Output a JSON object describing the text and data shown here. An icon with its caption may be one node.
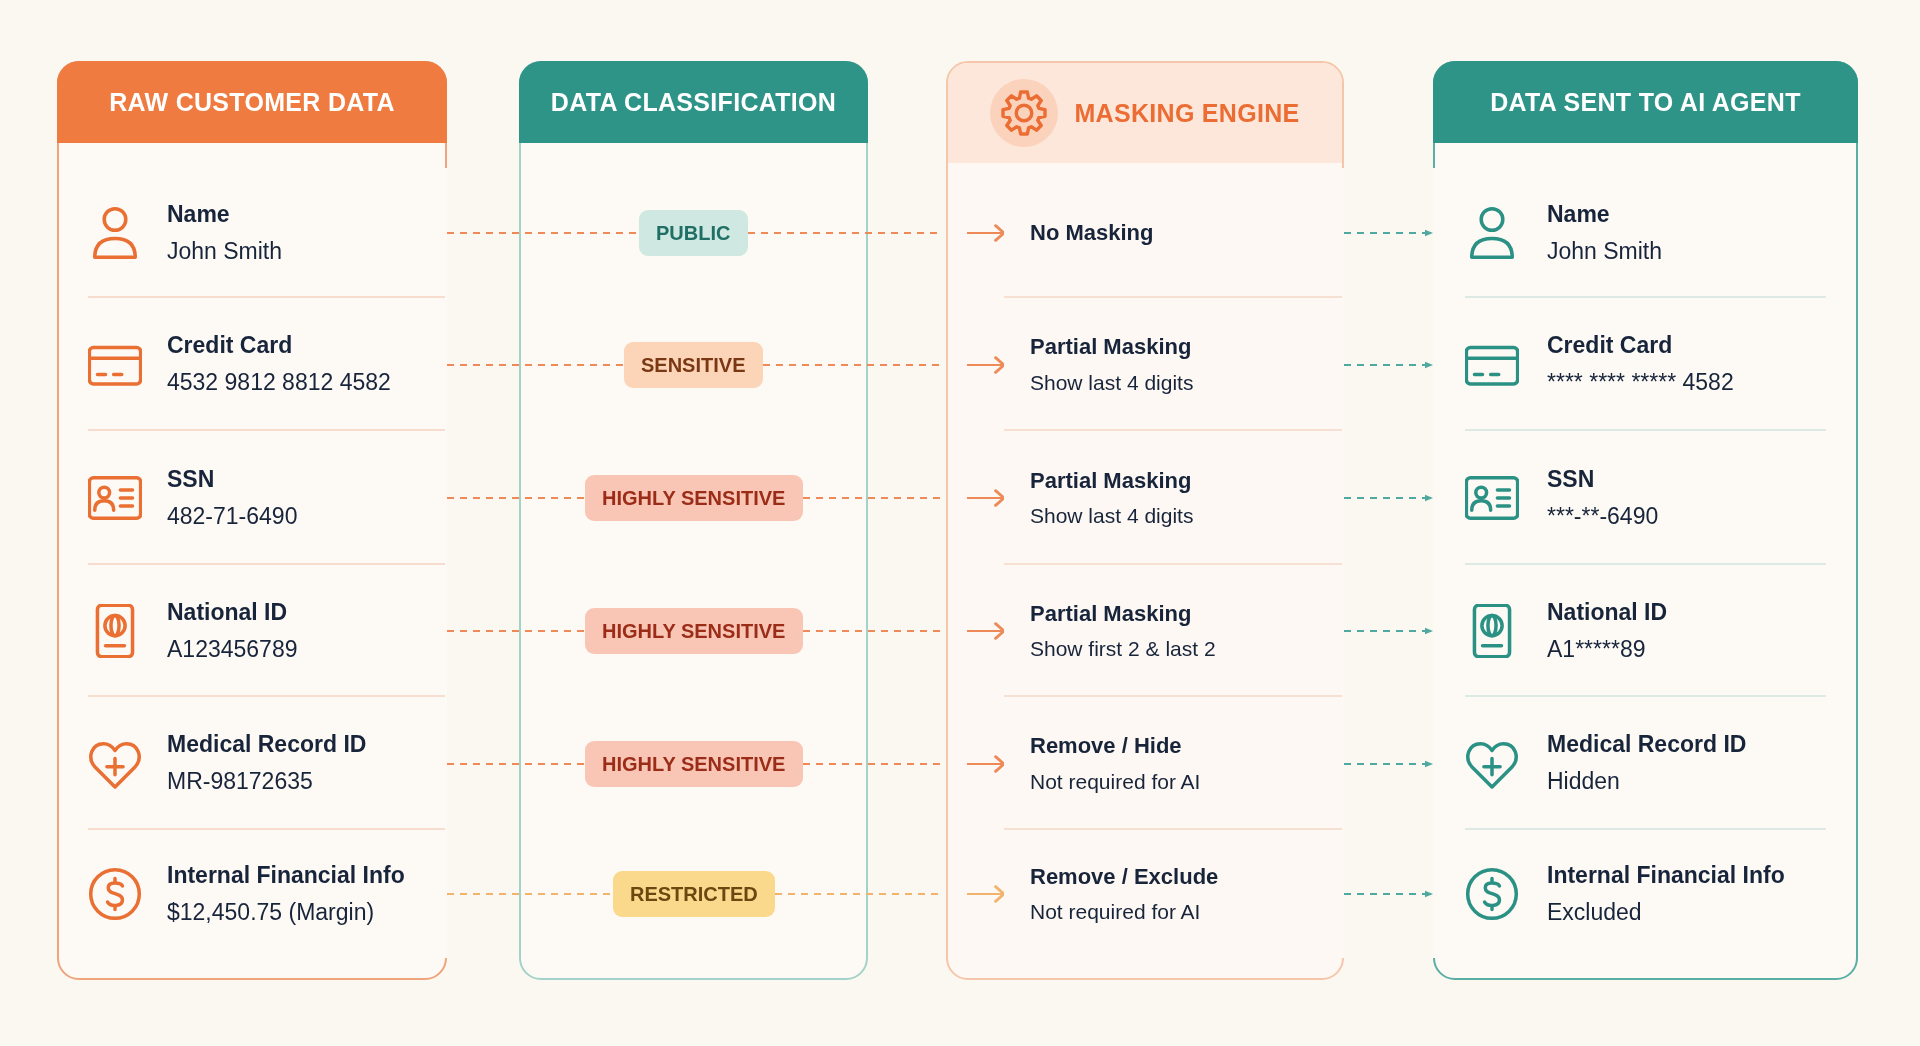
{
  "diagram": {
    "nodes": [
      {
        "text": [
          "RAW CUSTOMER DATA"
        ]
      },
      {
        "text": [
          "Name",
          "John Smith"
        ],
        "in": 0
      },
      {
        "text": [
          "Credit Card",
          "4532 9812 8812 4582"
        ],
        "in": 0
      },
      {
        "text": [
          "SSN",
          "482-71-6490"
        ],
        "in": 0
      },
      {
        "text": [
          "National ID",
          "A123456789"
        ],
        "in": 0
      },
      {
        "text": [
          "Medical Record ID",
          "MR-98172635"
        ],
        "in": 0
      },
      {
        "text": [
          "Internal Financial Info",
          "$12,450.75 (Margin)"
        ],
        "in": 0
      },
      {
        "text": [
          "DATA CLASSIFICATION"
        ]
      },
      {
        "text": [
          "PUBLIC"
        ],
        "in": 7
      },
      {
        "text": [
          "SENSITIVE"
        ],
        "in": 7
      },
      {
        "text": [
          "HIGHLY SENSITIVE"
        ],
        "in": 7
      },
      {
        "text": [
          "HIGHLY SENSITIVE"
        ],
        "in": 7
      },
      {
        "text": [
          "HIGHLY SENSITIVE"
        ],
        "in": 7
      },
      {
        "text": [
          "RESTRICTED"
        ],
        "in": 7
      },
      {
        "text": [
          "MASKING ENGINE"
        ]
      },
      {
        "text": [
          "No Masking"
        ],
        "in": 14
      },
      {
        "text": [
          "Partial Masking",
          "Show last 4 digits"
        ],
        "in": 14
      },
      {
        "text": [
          "Partial Masking",
          "Show last 4 digits"
        ],
        "in": 14
      },
      {
        "text": [
          "Partial Masking",
          "Show first 2 & last 2"
        ],
        "in": 14
      },
      {
        "text": [
          "Remove / Hide",
          "Not required for AI"
        ],
        "in": 14
      },
      {
        "text": [
          "Remove / Exclude",
          "Not required for AI"
        ],
        "in": 14
      },
      {
        "text": [
          "DATA SENT TO AI AGENT"
        ]
      },
      {
        "text": [
          "Name",
          "John Smith"
        ],
        "in": 21
      },
      {
        "text": [
          "Credit Card",
          "**** **** ***** 4582"
        ],
        "in": 21
      },
      {
        "text": [
          "SSN",
          "***-**-6490"
        ],
        "in": 21
      },
      {
        "text": [
          "National ID",
          "A1*****89"
        ],
        "in": 21
      },
      {
        "text": [
          "Medical Record ID",
          "Hidden"
        ],
        "in": 21
      },
      {
        "text": [
          "Internal Financial Info",
          "Excluded"
        ],
        "in": 21
      }
    ],
    "edges": [
      {
        "from": 1,
        "to": 8,
        "arrow": "none",
        "style": "dashed"
      },
      {
        "from": 8,
        "to": 15,
        "arrow": "to",
        "style": "dashed"
      },
      {
        "from": 15,
        "to": 22,
        "arrow": "to",
        "style": "dashed",
        "color": "#4fa99e"
      },
      {
        "from": 2,
        "to": 9,
        "arrow": "none",
        "style": "dashed"
      },
      {
        "from": 9,
        "to": 16,
        "arrow": "to",
        "style": "dashed"
      },
      {
        "from": 16,
        "to": 23,
        "arrow": "to",
        "style": "dashed",
        "color": "#4fa99e"
      },
      {
        "from": 3,
        "to": 10,
        "arrow": "none",
        "style": "dashed"
      },
      {
        "from": 10,
        "to": 17,
        "arrow": "to",
        "style": "dashed"
      },
      {
        "from": 17,
        "to": 24,
        "arrow": "to",
        "style": "dashed",
        "color": "#4fa99e"
      },
      {
        "from": 4,
        "to": 11,
        "arrow": "none",
        "style": "dashed"
      },
      {
        "from": 11,
        "to": 18,
        "arrow": "to",
        "style": "dashed"
      },
      {
        "from": 18,
        "to": 25,
        "arrow": "to",
        "style": "dashed",
        "color": "#4fa99e"
      },
      {
        "from": 5,
        "to": 12,
        "arrow": "none",
        "style": "dashed"
      },
      {
        "from": 12,
        "to": 19,
        "arrow": "to",
        "style": "dashed"
      },
      {
        "from": 19,
        "to": 26,
        "arrow": "to",
        "style": "dashed",
        "color": "#4fa99e"
      },
      {
        "from": 6,
        "to": 13,
        "arrow": "none",
        "style": "dashed",
        "color": "#f2b46c"
      },
      {
        "from": 13,
        "to": 20,
        "arrow": "to",
        "style": "dashed",
        "color": "#f2b46c"
      },
      {
        "from": 20,
        "to": 27,
        "arrow": "to",
        "style": "dashed",
        "color": "#4fa99e"
      }
    ]
  }
}
